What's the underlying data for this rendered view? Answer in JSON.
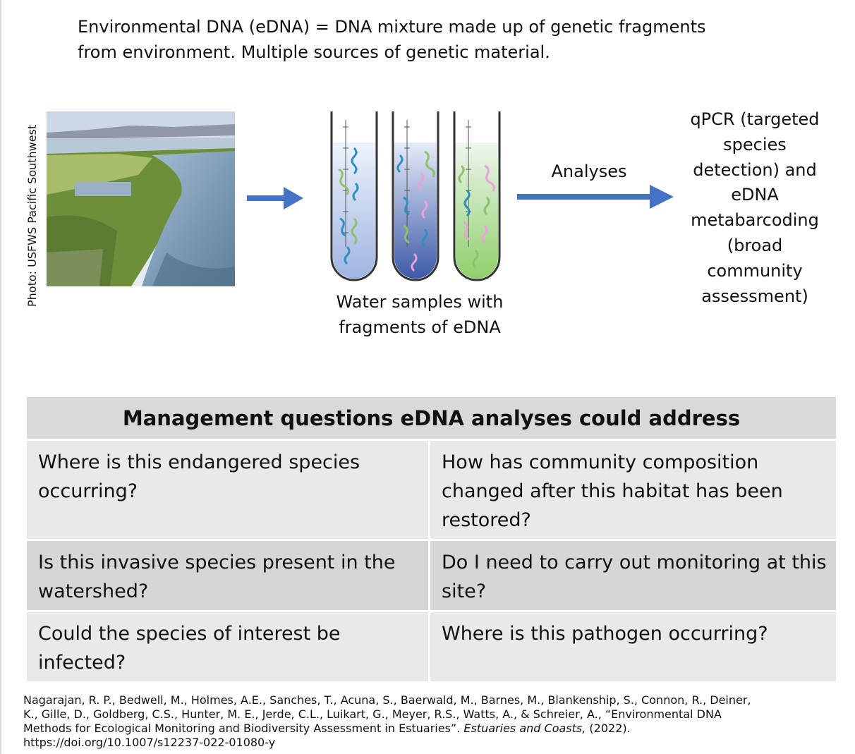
{
  "intro": {
    "line1": "Environmental DNA (eDNA) = DNA mixture made up of genetic fragments",
    "line2": "from environment. Multiple sources of genetic material."
  },
  "photo_credit": "Photo: USFWS Pacific Southwest",
  "tube_caption": {
    "line1": "Water samples with",
    "line2": "fragments of eDNA"
  },
  "analyses_label": "Analyses",
  "methods_text": "qPCR (targeted\nspecies\ndetection) and\neDNA\nmetabarcoding\n(broad\ncommunity\nassessment)",
  "table": {
    "header": "Management questions eDNA analyses could address",
    "rows": [
      [
        "Where is this endangered species occurring?",
        "How has community composition changed after this habitat has been restored?"
      ],
      [
        "Is this invasive species present in the watershed?",
        "Do I need to carry out monitoring at this site?"
      ],
      [
        "Could the species of interest be infected?",
        "Where is this pathogen occurring?"
      ]
    ]
  },
  "citation": {
    "line1": "Nagarajan, R. P., Bedwell, M., Holmes, A.E., Sanches, T., Acuna, S., Baerwald, M., Barnes, M., Blankenship, S., Connon, R., Deiner,",
    "line2": "K., Gille, D., Goldberg, C.S., Hunter, M. E., Jerde, C.L., Luikart, G., Meyer, R.S., Watts, A., & Schreier, A., “Environmental DNA",
    "line3_pre": "Methods for Ecological Monitoring and Biodiversity Assessment in Estuaries”. ",
    "journal": "Estuaries and Coasts,",
    "line3_post": " (2022).",
    "line4": "https://doi.org/10.1007/s12237-022-01080-y"
  },
  "colors": {
    "arrow": "#4472c4",
    "dna_green": "#8fc06b",
    "dna_blue": "#2f8fc0",
    "dna_pink": "#e9a3d8"
  }
}
